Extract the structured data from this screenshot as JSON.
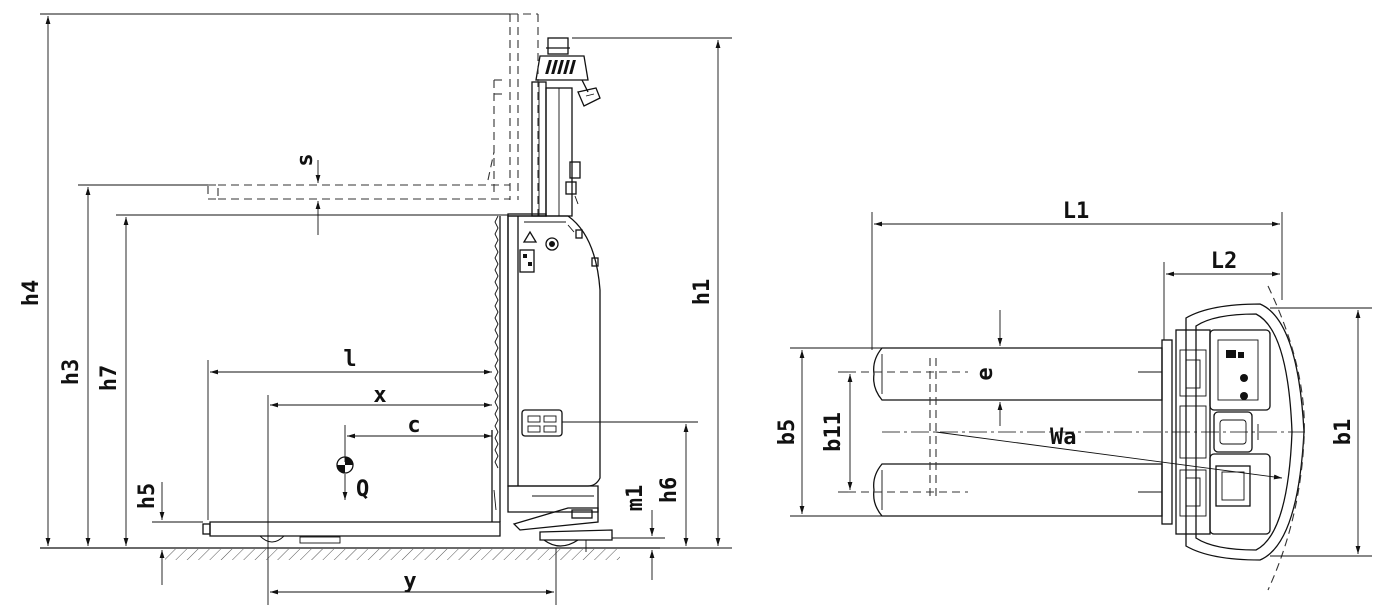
{
  "side_view": {
    "labels": {
      "h4": "h4",
      "h3": "h3",
      "h7": "h7",
      "h5": "h5",
      "h1": "h1",
      "h6": "h6",
      "m1": "m1",
      "s": "s",
      "l": "l",
      "x": "x",
      "c": "c",
      "y": "y",
      "Q": "Q"
    }
  },
  "top_view": {
    "labels": {
      "L1": "L1",
      "L2": "L2",
      "b5": "b5",
      "b11": "b11",
      "b1": "b1",
      "e": "e",
      "Wa": "Wa"
    }
  }
}
